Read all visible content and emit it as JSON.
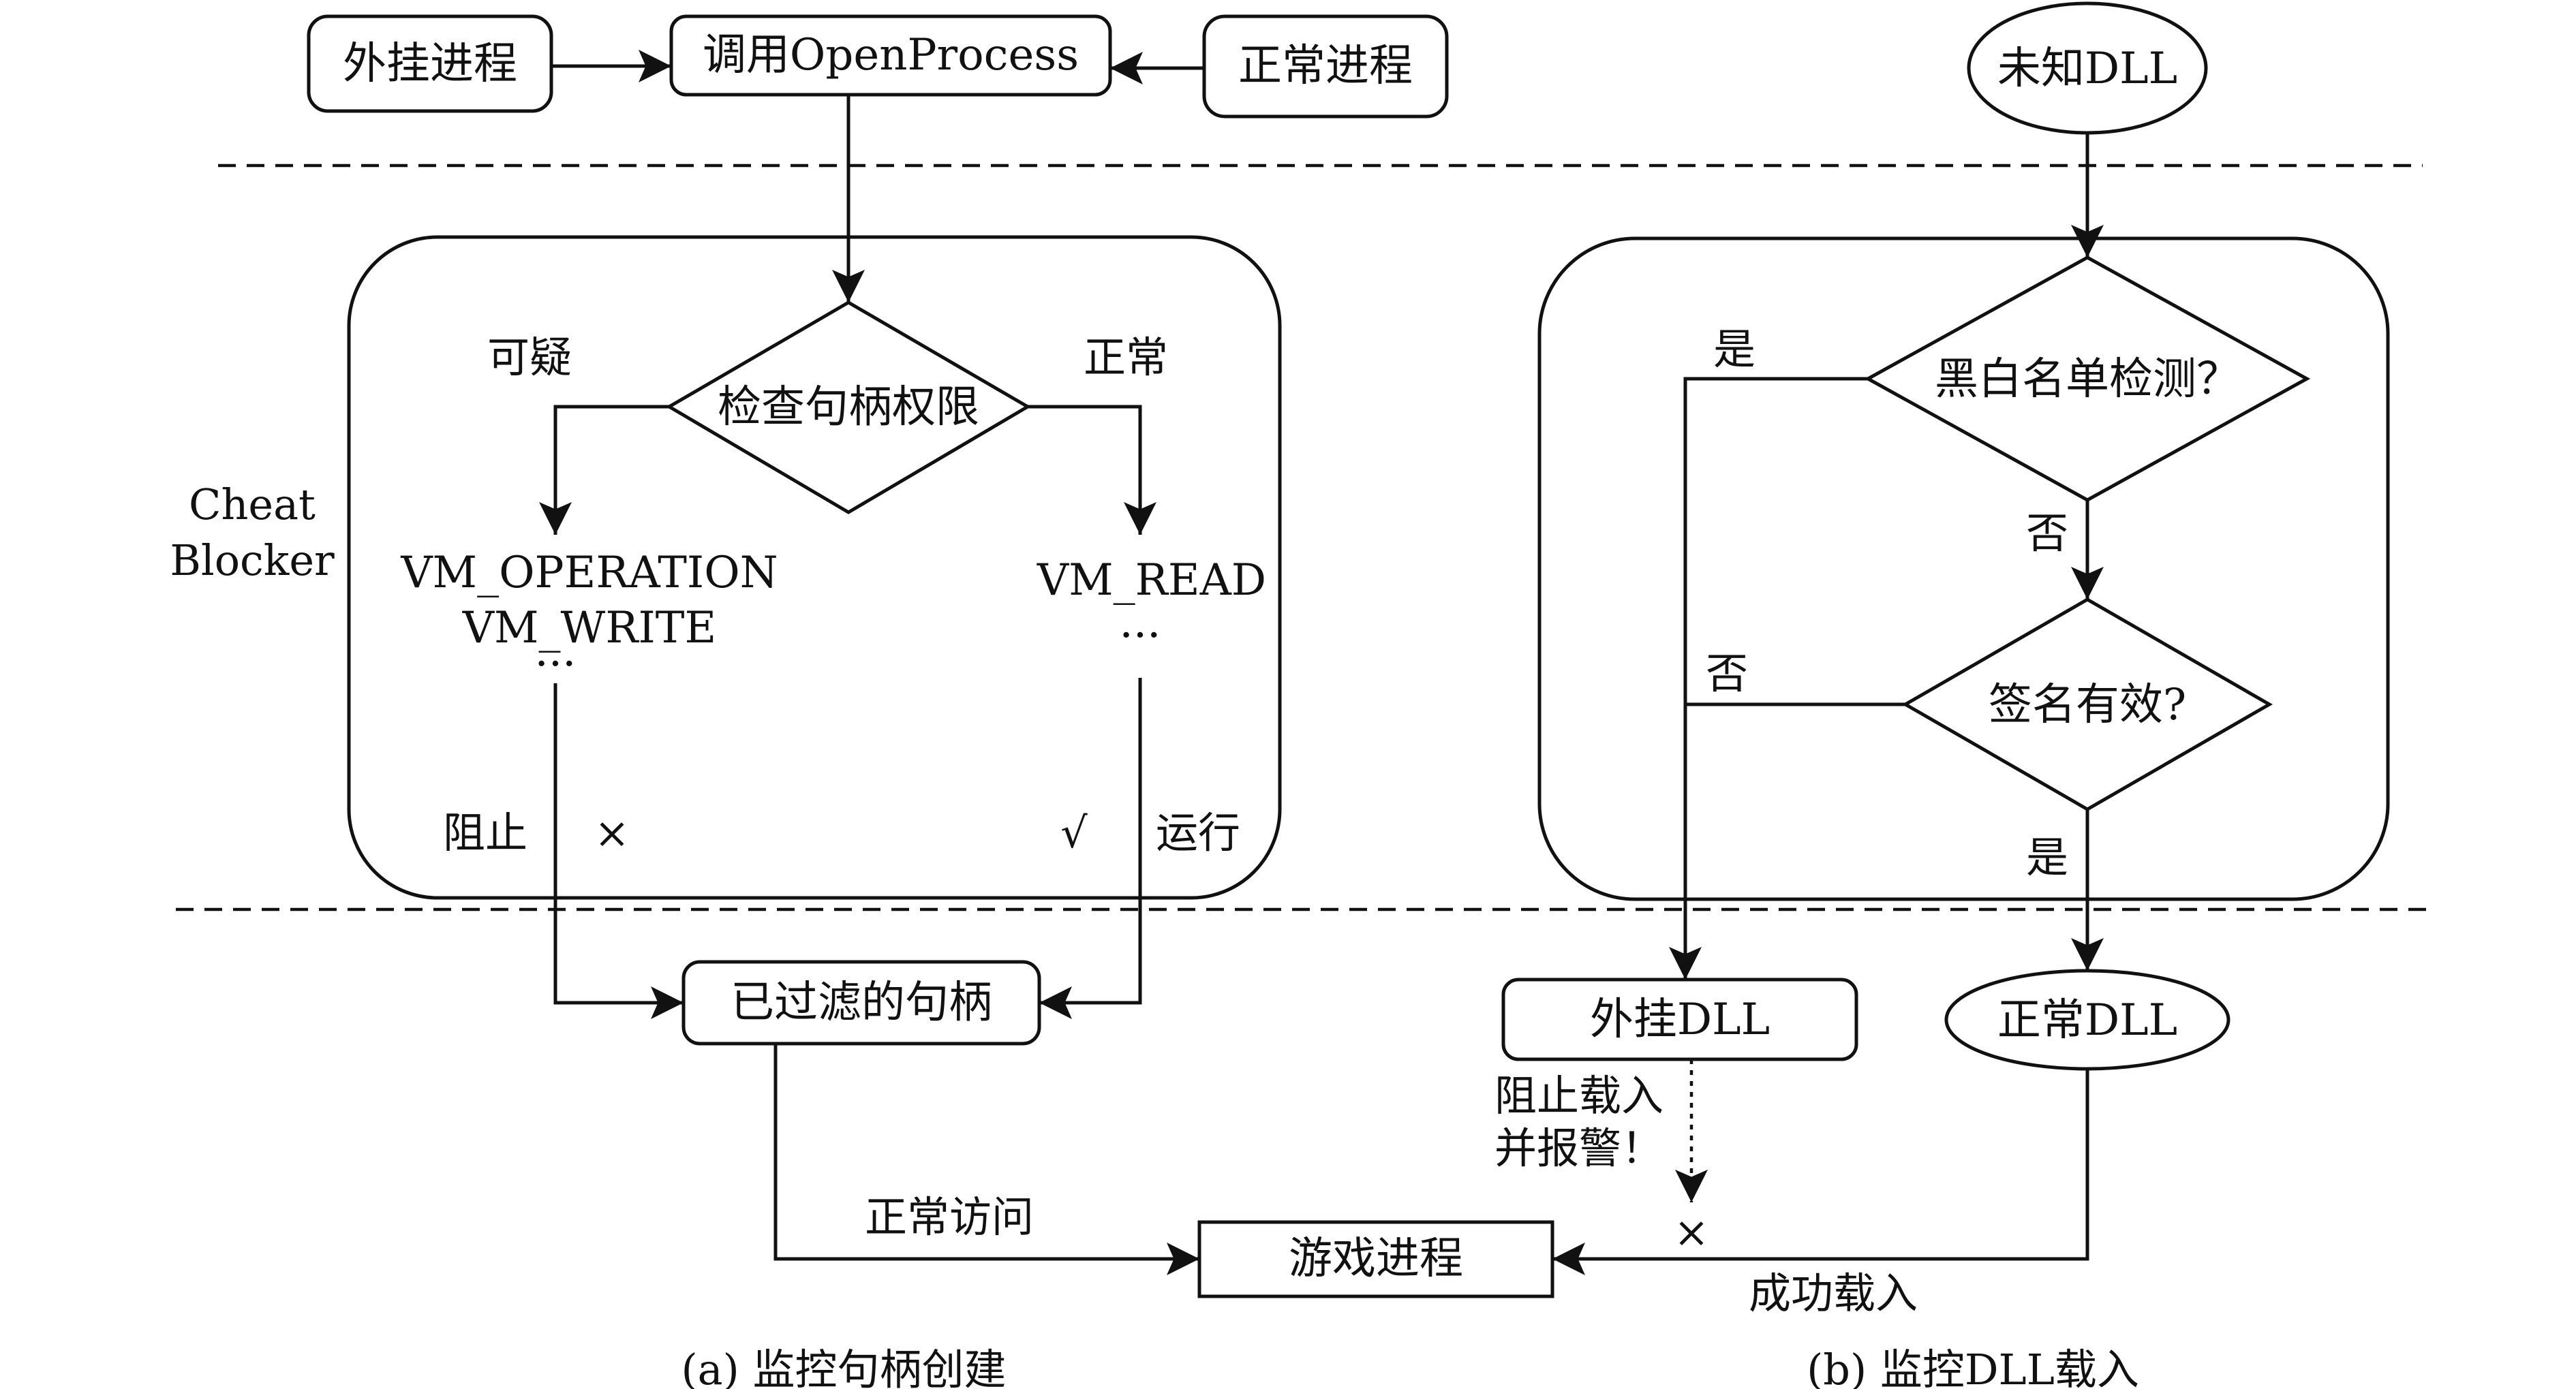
{
  "panel_a": {
    "cheat_process": "外挂进程",
    "call_openprocess": "调用OpenProcess",
    "normal_process": "正常进程",
    "side_label": [
      "Cheat",
      "Blocker"
    ],
    "check_handle": "检查句柄权限",
    "suspicious": "可疑",
    "normal": "正常",
    "suspicious_perms": [
      "VM_OPERATION",
      "VM_WRITE",
      "···"
    ],
    "normal_perms": [
      "VM_READ",
      "···"
    ],
    "block": "阻止",
    "cross": "×",
    "check": "√",
    "run": "运行",
    "filtered_handle": "已过滤的句柄",
    "normal_access": "正常访问",
    "game_process": "游戏进程",
    "caption": "(a) 监控句柄创建"
  },
  "panel_b": {
    "unknown_dll": "未知DLL",
    "blacklist_check": "黑白名单检测？",
    "yes_1": "是",
    "no_1": "否",
    "signature_valid": "签名有效?",
    "no_2": "否",
    "yes_2": "是",
    "cheat_dll": "外挂DLL",
    "normal_dll": "正常DLL",
    "block_alarm": [
      "阻止载入",
      "并报警！"
    ],
    "cross": "×",
    "load_success": "成功载入",
    "caption": "(b) 监控DLL载入"
  }
}
